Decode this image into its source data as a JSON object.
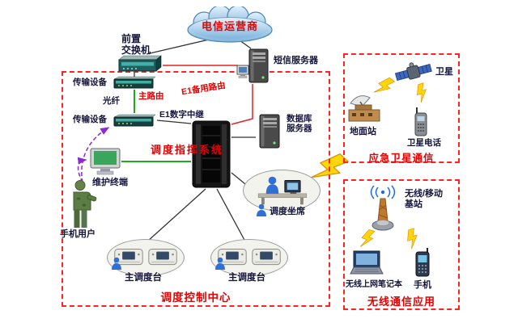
{
  "colors": {
    "accent-red": "#e60000",
    "box-red": "#ff2222",
    "label-dark": "#14143c",
    "line-green": "#1faa1f",
    "route-red": "#e62222",
    "arrow-purple": "#8a2bd0",
    "bolt-yellow": "#ffd60a"
  },
  "nodes": {
    "cloud": {
      "label": "电信运营商"
    },
    "front_switch": {
      "label": "前置\n交换机"
    },
    "sms_server": {
      "label": "短信服务器"
    },
    "transmission_top": {
      "label": "传输设备"
    },
    "transmission_bottom": {
      "label": "传输设备"
    },
    "dispatch_rack": {
      "label": "调度指挥系统"
    },
    "database_server": {
      "label": "数据库\n服务器"
    },
    "maintenance_terminal": {
      "label": "维护终端"
    },
    "mobile_user": {
      "label": "手机用户"
    },
    "dispatch_seat": {
      "label": "调度坐席"
    },
    "main_console_left": {
      "label": "主调度台"
    },
    "main_console_right": {
      "label": "主调度台"
    },
    "satellite": {
      "label": "卫星"
    },
    "ground_station": {
      "label": "地面站"
    },
    "satellite_phone": {
      "label": "卫星电话"
    },
    "base_station": {
      "label": "无线/移动\n基站"
    },
    "wireless_laptop": {
      "label": "无线上网笔记本"
    },
    "mobile_phone": {
      "label": "手机"
    }
  },
  "links": {
    "fiber": {
      "label": "光纤"
    },
    "main_route": {
      "label": "主路由"
    },
    "e1_backup_route": {
      "label": "E1备用路由"
    },
    "e1_digital_relay": {
      "label": "E1数字中继"
    }
  },
  "boxes": {
    "control_center": {
      "label": "调度控制中心"
    },
    "emergency_satellite": {
      "label": "应急卫星通信"
    },
    "wireless_applications": {
      "label": "无线通信应用"
    }
  }
}
